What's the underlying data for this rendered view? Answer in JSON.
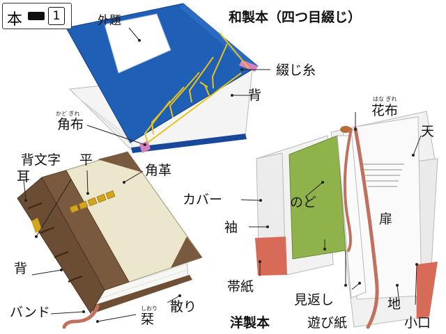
{
  "badge": {
    "main": "本",
    "number": "1"
  },
  "japanese_book": {
    "title": "和製本（四つ目綴じ）",
    "labels": {
      "title_slip": "外題",
      "binding_thread": "綴じ糸",
      "spine": "背",
      "corner_cloth": "角布",
      "corner_cloth_ruby": "かど ぎれ"
    }
  },
  "leather_book": {
    "labels": {
      "spine_title": "背文字",
      "flat": "平",
      "ear": "耳",
      "corner_leather": "角革",
      "spine": "背",
      "band": "バンド",
      "bookmark": "栞",
      "bookmark_ruby": "しおり",
      "sprinkled_edge": "散り"
    }
  },
  "western_book": {
    "title": "洋製本",
    "labels": {
      "headband": "花布",
      "headband_ruby": "はな ぎれ",
      "head": "天",
      "gutter": "のど",
      "cover": "カバー",
      "flap": "袖",
      "title_page": "扉",
      "obi": "帯紙",
      "endpaper": "見返し",
      "flyleaf": "遊び紙",
      "tail": "地",
      "fore_edge": "小口"
    }
  },
  "colors": {
    "japanese_cover": "#1f5fb5",
    "thread": "#e8c41a",
    "corner_cloth": "#d680c0",
    "leather": "#7a5a3e",
    "cloth": "#ebe6cc",
    "endpaper": "#8fb24a",
    "obi": "#d86b58",
    "bookmark": "#c2705e"
  }
}
